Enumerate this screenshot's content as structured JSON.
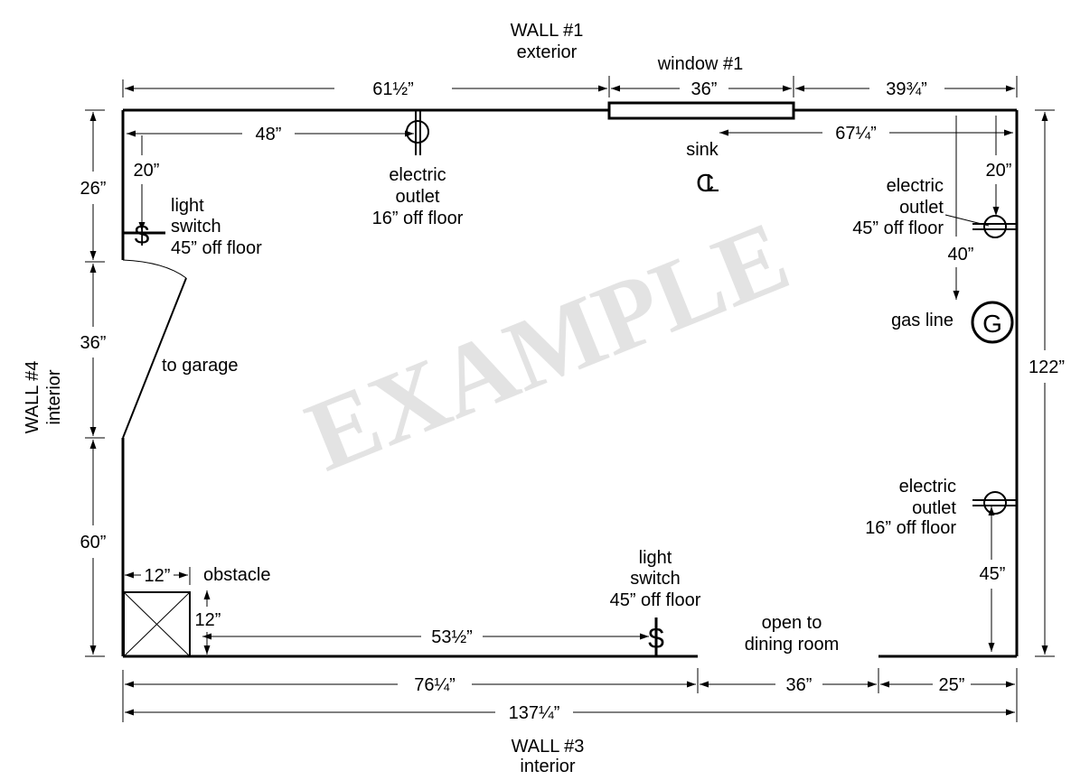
{
  "watermark": "EXAMPLE",
  "walls": {
    "wall1": {
      "name": "WALL #1",
      "type": "exterior"
    },
    "wall3": {
      "name": "WALL #3",
      "type": "interior"
    },
    "wall4": {
      "name": "WALL #4",
      "type": "interior"
    }
  },
  "features": {
    "window": "window #1",
    "sink": "sink",
    "sink_symbol": "CL",
    "gas_line": "gas line",
    "gas_symbol": "G",
    "to_garage": "to garage",
    "obstacle": "obstacle",
    "open_to_1": "open to",
    "open_to_2": "dining room",
    "switch_symbol": "$",
    "outlet_top": [
      "electric",
      "outlet",
      "16” off floor"
    ],
    "switch_left": [
      "light",
      "switch",
      "45” off floor"
    ],
    "outlet_right_upper": [
      "electric",
      "outlet",
      "45” off floor"
    ],
    "outlet_right_lower": [
      "electric",
      "outlet",
      "16” off floor"
    ],
    "switch_bottom": [
      "light",
      "switch",
      "45” off floor"
    ]
  },
  "dimensions": {
    "top_left": "61½”",
    "window_width": "36”",
    "top_right": "39¾”",
    "outlet_from_left": "48”",
    "sink_from_right": "67¼”",
    "switch_drop": "20”",
    "right_outlet_drop": "20”",
    "gas_drop": "40”",
    "left_upper": "26”",
    "left_door": "36”",
    "left_lower": "60”",
    "right_height": "122”",
    "obstacle_width": "12”",
    "obstacle_depth": "12”",
    "switch_from_obstacle": "53½”",
    "lower_outlet_rise": "45”",
    "bottom_left": "76¼”",
    "opening": "36”",
    "bottom_right": "25”",
    "total_length": "137¼”"
  }
}
